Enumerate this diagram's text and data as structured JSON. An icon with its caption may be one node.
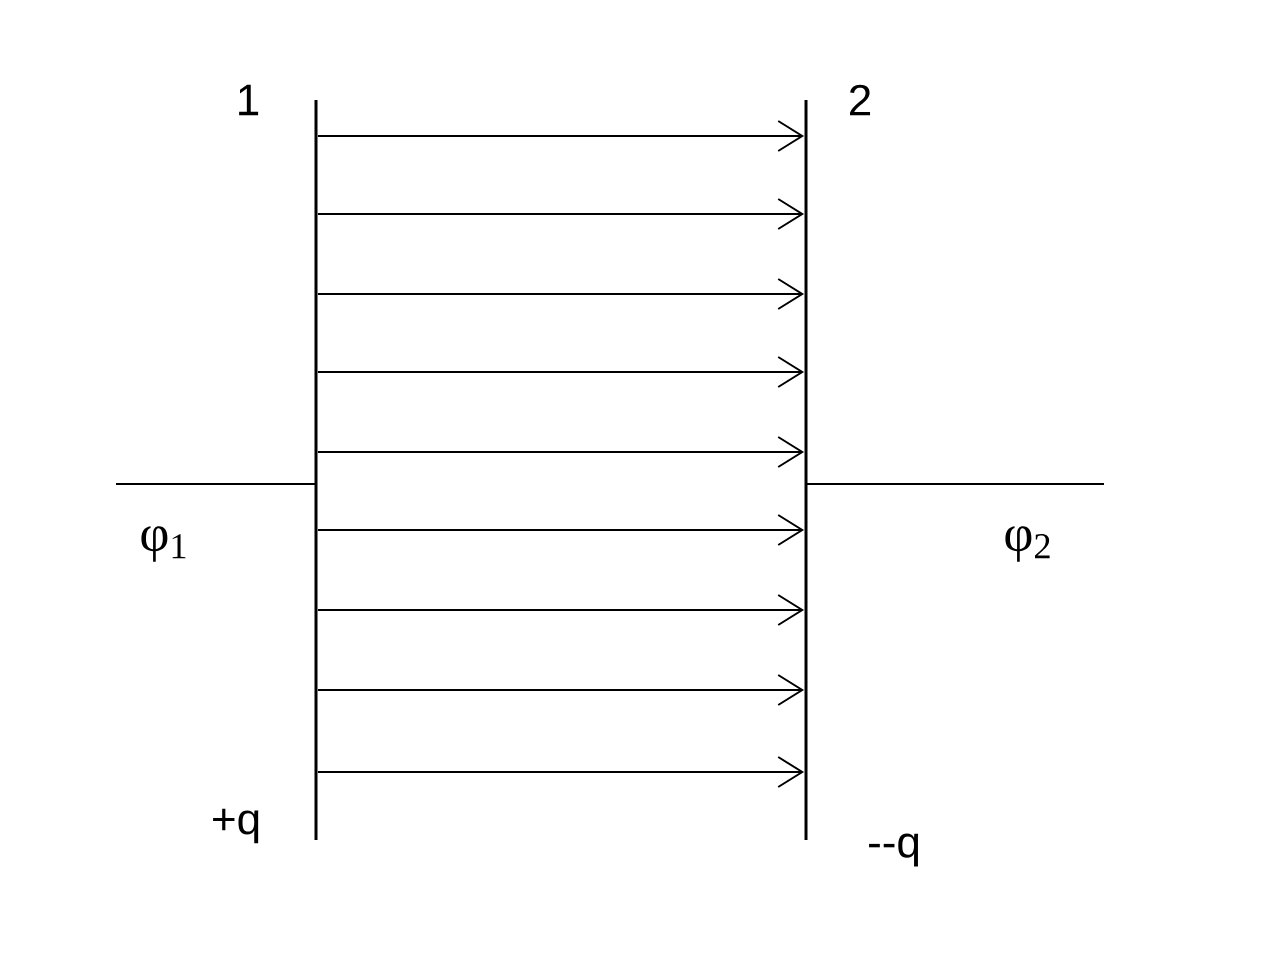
{
  "diagram": {
    "nodes": [
      {
        "text": [],
        "shape": "bar",
        "beside": [
          "1",
          "+q"
        ]
      },
      {
        "text": [],
        "shape": "bar",
        "beside": [
          "2",
          "--q"
        ]
      }
    ],
    "edges": [
      {
        "from": 0,
        "to": 1,
        "arrow": "to"
      },
      {
        "from": 0,
        "to": 1,
        "arrow": "to"
      },
      {
        "from": 0,
        "to": 1,
        "arrow": "to"
      },
      {
        "from": 0,
        "to": 1,
        "arrow": "to"
      },
      {
        "from": 0,
        "to": 1,
        "arrow": "to"
      },
      {
        "from": 0,
        "to": 1,
        "arrow": "to"
      },
      {
        "from": 0,
        "to": 1,
        "arrow": "to"
      },
      {
        "from": 0,
        "to": 1,
        "arrow": "to"
      },
      {
        "from": 0,
        "to": 1,
        "arrow": "to"
      },
      {
        "from": null,
        "to": 0,
        "arrow": "none"
      },
      {
        "from": 1,
        "to": null,
        "arrow": "none"
      }
    ],
    "labels": [
      "φ$_{1}$",
      "φ$_{2}$"
    ]
  }
}
